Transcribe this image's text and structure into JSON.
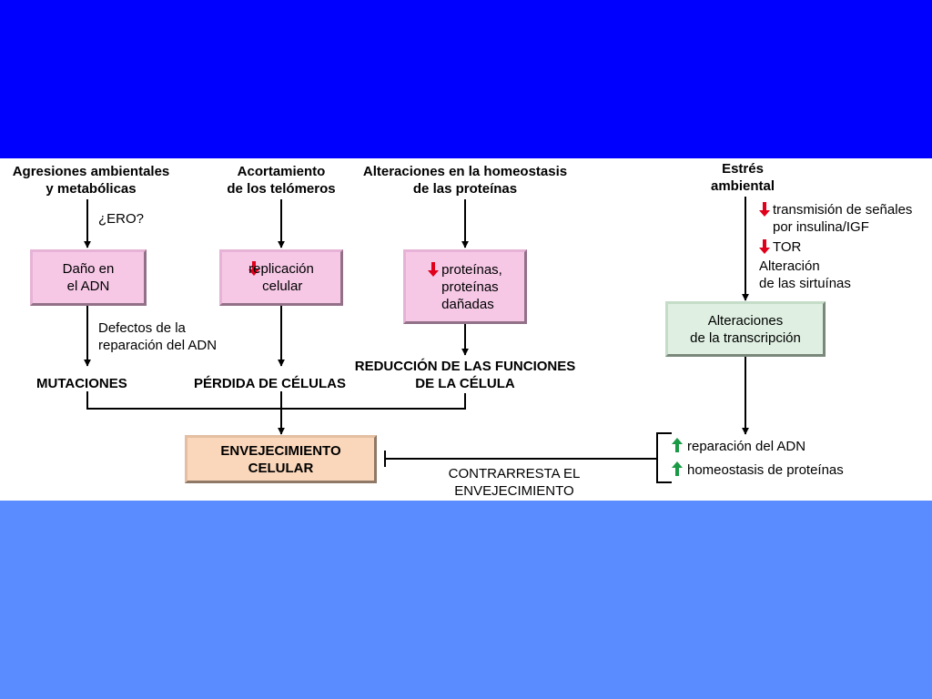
{
  "colors": {
    "band_top": "#0000ff",
    "band_bottom": "#5b8cff",
    "pink_box": "#f6c8e6",
    "green_box": "#dff0e2",
    "peach_box": "#fad7bb",
    "red_arrow": "#e0001b",
    "green_arrow": "#1a9a45"
  },
  "icons": {
    "decrease": "red-down-arrow-icon",
    "increase": "green-up-arrow-icon"
  },
  "inputs": {
    "environmental": "Agresiones ambientales\ny metabólicas",
    "telomeres": "Acortamiento\nde los telómeros",
    "proteostasis": "Alteraciones en la homeostasis\nde las proteínas",
    "stress": "Estrés\nambiental"
  },
  "labels": {
    "ros": "¿ERO?",
    "repair_defects": "Defectos de la\nreparación del ADN",
    "signal_1": "transmisión de señales\npor insulina/IGF",
    "signal_2": "TOR",
    "signal_3": "Alteración\nde las sirtuínas",
    "counteracts": "CONTRARRESTA EL\nENVEJECIMIENTO"
  },
  "boxes": {
    "dna_damage": "Daño en\nel ADN",
    "replication": "replicación\ncelular",
    "proteins": "proteínas,\nproteínas\ndañadas",
    "transcription": "Alteraciones\nde la transcripción",
    "aging": "ENVEJECIMIENTO\nCELULAR"
  },
  "outcomes": {
    "mutations": "MUTACIONES",
    "cell_loss": "PÉRDIDA DE CÉLULAS",
    "function_loss": "REDUCCIÓN DE LAS FUNCIONES\nDE LA CÉLULA"
  },
  "effects": {
    "dna_repair": "reparación del ADN",
    "proteostasis": "homeostasis de proteínas"
  }
}
